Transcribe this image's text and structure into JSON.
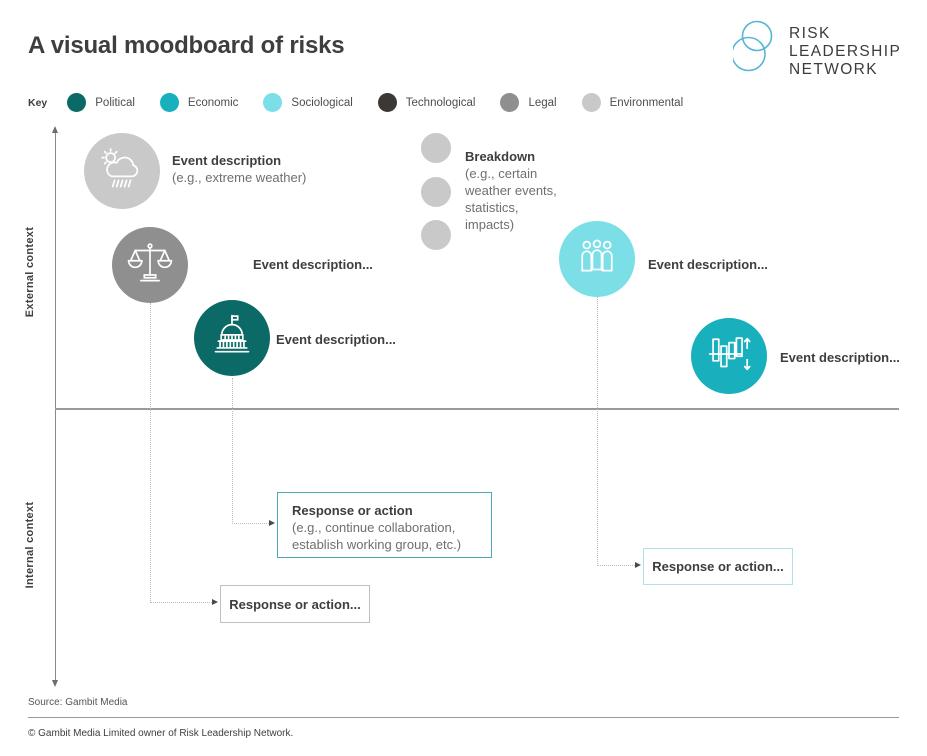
{
  "header": {
    "title": "A visual moodboard of risks",
    "logo": {
      "line1": "RISK",
      "line2": "LEADERSHIP",
      "line3": "NETWORK",
      "circle_color": "#56b6d8"
    }
  },
  "key": {
    "label": "Key",
    "items": [
      {
        "label": "Political",
        "color": "#0c6a66"
      },
      {
        "label": "Economic",
        "color": "#17b0bc"
      },
      {
        "label": "Sociological",
        "color": "#7cdfe7"
      },
      {
        "label": "Technological",
        "color": "#3b3835"
      },
      {
        "label": "Legal",
        "color": "#8f8f8f"
      },
      {
        "label": "Environmental",
        "color": "#c9c9c9"
      }
    ]
  },
  "axes": {
    "external": "External context",
    "internal": "Internal context"
  },
  "events": {
    "environmental": {
      "title": "Event description",
      "subtitle": "(e.g., extreme weather)",
      "color": "#c9c9c9",
      "icon": "storm-cloud"
    },
    "legal": {
      "title": "Event description...",
      "color": "#8f8f8f",
      "icon": "scales"
    },
    "political": {
      "title": "Event description...",
      "color": "#0c6a66",
      "icon": "government-building"
    },
    "sociological": {
      "title": "Event description...",
      "color": "#7cdfe7",
      "icon": "people-group"
    },
    "economic": {
      "title": "Event description...",
      "color": "#17b0bc",
      "icon": "bar-chart-arrows"
    }
  },
  "breakdown": {
    "title": "Breakdown",
    "subtitle": "(e.g., certain\nweather events,\nstatistics,\nimpacts)",
    "bullet_color": "#c9c9c9"
  },
  "responses": {
    "primary": {
      "title": "Response or action",
      "subtitle": "(e.g., continue collaboration,\nestablish working group, etc.)",
      "border_color": "#4aa9b3"
    },
    "secondary": {
      "title": "Response or action...",
      "border_color": "#c0c0c0"
    },
    "tertiary": {
      "title": "Response or action...",
      "border_color": "#aee2e8"
    }
  },
  "footer": {
    "source": "Source: Gambit Media",
    "copyright": "© Gambit Media Limited owner of Risk Leadership Network."
  }
}
